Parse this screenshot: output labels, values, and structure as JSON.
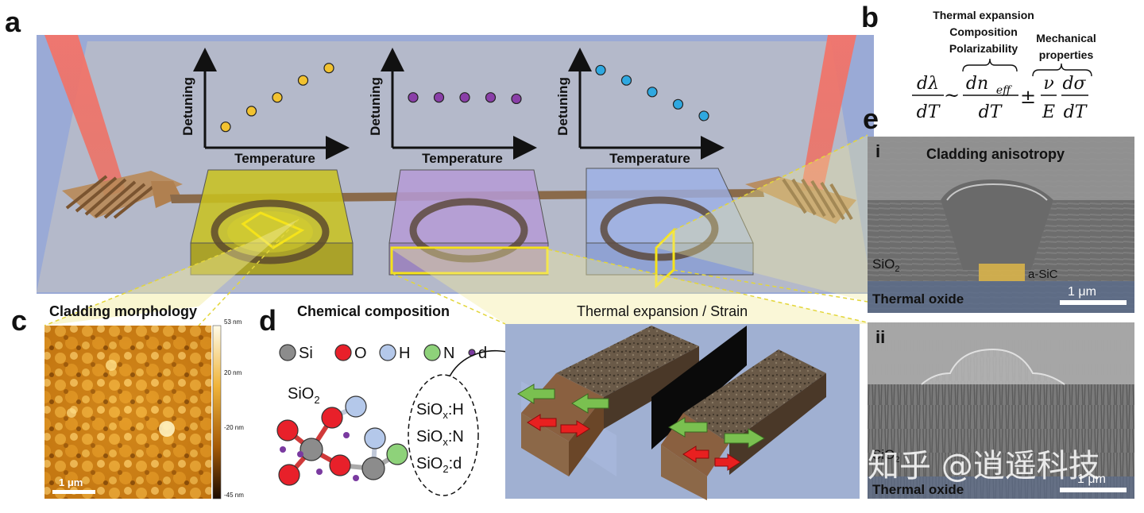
{
  "panels": {
    "a": "a",
    "b": "b",
    "c": "c",
    "d": "d",
    "e": "e"
  },
  "panel_a": {
    "charts": [
      {
        "xlabel": "Temperature",
        "ylabel": "Detuning",
        "trend": "increasing",
        "dot_color": "#f2c230",
        "points": [
          0.12,
          0.35,
          0.55,
          0.8,
          0.98
        ]
      },
      {
        "xlabel": "Temperature",
        "ylabel": "Detuning",
        "trend": "flat",
        "dot_color": "#8a3fa8",
        "points": [
          0.55,
          0.55,
          0.55,
          0.55,
          0.53
        ]
      },
      {
        "xlabel": "Temperature",
        "ylabel": "Detuning",
        "trend": "decreasing",
        "dot_color": "#2fa8e0",
        "points": [
          0.95,
          0.8,
          0.63,
          0.45,
          0.28
        ]
      }
    ]
  },
  "panel_b": {
    "label_group1": [
      "Thermal expansion",
      "Composition",
      "Polarizability"
    ],
    "label_group2": [
      "Mechanical",
      "properties"
    ],
    "eq_lhs_num": "dλ",
    "eq_lhs_den": "dT",
    "eq_sim": "~",
    "eq_t1_num": "dn",
    "eq_t1_sub": "eff",
    "eq_t1_den": "dT",
    "eq_pm": "±",
    "eq_t2a_num": "ν",
    "eq_t2a_den": "E",
    "eq_t2b_num": "dσ",
    "eq_t2b_den": "dT"
  },
  "panel_c": {
    "title": "Cladding morphology",
    "colorbar": [
      "53 nm",
      "20 nm",
      "-20 nm",
      "-45 nm"
    ],
    "scalebar": "1 μm"
  },
  "panel_d": {
    "title": "Chemical composition",
    "legend": [
      {
        "symbol": "Si",
        "color": "#8c8c8c",
        "type": "large"
      },
      {
        "symbol": "O",
        "color": "#e8202a",
        "type": "large"
      },
      {
        "symbol": "H",
        "color": "#b4c8ea",
        "type": "large"
      },
      {
        "symbol": "N",
        "color": "#8ed27a",
        "type": "large"
      },
      {
        "symbol": "d",
        "color": "#7a3aa0",
        "type": "small"
      }
    ],
    "molecule_label": "SiO",
    "molecule_sub": "2",
    "variants": [
      {
        "base": "SiO",
        "sub": "x",
        "suffix": ":H"
      },
      {
        "base": "SiO",
        "sub": "x",
        "suffix": ":N"
      },
      {
        "base": "SiO",
        "sub": "2",
        "suffix": ":d"
      }
    ]
  },
  "panel_thermal": {
    "title": "Thermal expansion /  Strain"
  },
  "panel_e": {
    "i": {
      "num": "i",
      "title": "Cladding anisotropy",
      "sio2": "SiO",
      "sio2_sub": "2",
      "asic": "a-SiC",
      "oxide": "Thermal oxide",
      "scalebar": "1 μm"
    },
    "ii": {
      "num": "ii",
      "sio2": "SiO",
      "sio2_sub": "2",
      "oxide": "Thermal oxide",
      "scalebar": "1 μm"
    }
  },
  "watermark": "知乎 @逍遥科技",
  "colors": {
    "background_blue": "#9aaad6",
    "chip_surface": "#b9bcc8",
    "yellow_cladding": "#c9c21d",
    "purple_cladding": "#b59ad6",
    "blue_cladding": "#9cb0e6",
    "waveguide": "#8a6a4a",
    "laser": "#f06b5c",
    "highlight": "#f5e31a"
  }
}
